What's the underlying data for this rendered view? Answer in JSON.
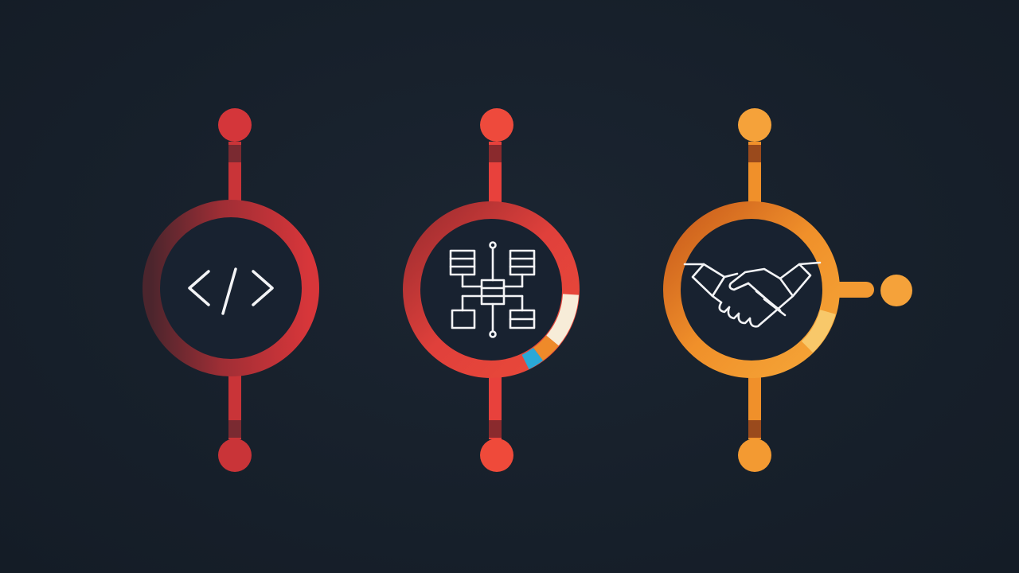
{
  "colors": {
    "background": "#18212c",
    "node_inner": "#182230",
    "code_stage": "#d0353a",
    "code_stage_dark": "#6e2a31",
    "architecture_stage": "#e8413c",
    "architecture_stage_dark": "#b5302f",
    "handshake_stage": "#f0902a",
    "handshake_stage_light": "#f8b84a",
    "accent_cream": "#f7ecd8",
    "accent_blue": "#2aa8d6",
    "accent_orange": "#ee8a2a",
    "icon_stroke": "#f3f4f6"
  },
  "nodes": [
    {
      "id": "code",
      "icon": "code-brackets-icon"
    },
    {
      "id": "architecture",
      "icon": "system-diagram-icon"
    },
    {
      "id": "collaboration",
      "icon": "handshake-icon"
    }
  ]
}
